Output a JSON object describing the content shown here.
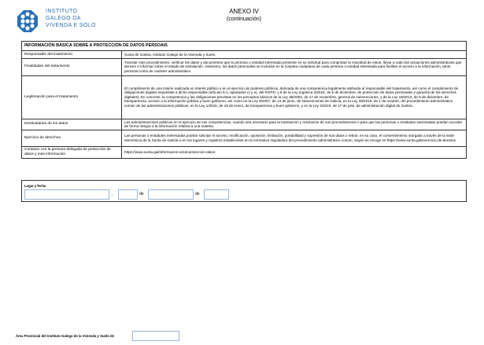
{
  "header": {
    "logo_lines": [
      "INSTITUTO",
      "GALEGO DA",
      "VIVENDA E SOLO"
    ],
    "title": "ANEXO IV",
    "subtitle": "(continuación)"
  },
  "data_table": {
    "title": "INFORMACIÓN BÁSICA SOBRE A PROTECCIÓN DE DATOS PERSOAIS",
    "rows": [
      {
        "label": "Responsable del tratamiento",
        "value": "Xunta de Galicia. Instituto Galego de la Vivienda y Suelo."
      },
      {
        "label": "Finalidades del tratamiento",
        "value": "Tramitar este procedimiento, verificar los datos y documentos que la persona o entidad interesada presente en su solicitud para comprobar la exactitud de estos, llevar a cabo las actuaciones administrativas que deriven e informar sobre el estado de tramitación. Asimismo, los datos personales se incluirán en la Carpeta ciudadana de cada persona o entidad interesada para facilitar el acceso a la información, tanto personal como de carácter administrativo."
      },
      {
        "label": "Legitimación para el tratamiento",
        "value": "El cumplimiento de una misión realizada en interés público o en el ejercicio de poderes públicos, derivada de una competencia legalmente atribuida al responsable del tratamiento, así como el cumplimiento de obligaciones legales impuestas a dicho responsable (artículo 6.1, apartados c) y e), del RGPD, y 8 de la Ley orgánica 3/2018, de 5 de diciembre, de protección de datos personales y garantía de los derechos digitales). En concreto, la competencia y las obligaciones previstas en los preceptos básicos de la Ley 38/2003, de 17 de noviembre, general de subvenciones, y de la Ley 19/2013, de 9 de diciembre, de transparencia, acceso a la información pública y buen gobierno, así como en la Ley 9/2007, de 13 de junio, de subvenciones de Galicia, en la Ley 39/2015, de 1 de octubre, del procedimiento administrativo común de las administraciones públicas, en la Ley 1/2016, de 18 de enero, de transparencia y buen gobierno, y en la Ley 4/2019, de 17 de julio, de administración digital de Galicia."
      },
      {
        "label": "Destinatarias de los datos",
        "value": "Las administraciones públicas en el ejercicio de sus competencias, cuando sea necesario para la tramitación y resolución de sus procedimientos o para que las personas o entidades interesadas puedan acceder de forma íntegra a la información relativa a una materia."
      },
      {
        "label": "Ejercicio de derechos",
        "value": "Las personas o entidades interesadas podrán solicitar el acceso, rectificación, oposición, limitación, portabilidad y supresión de sus datos o retirar, en su caso, el consentimiento otorgado a través de la sede electrónica de la Xunta de Galicia o en los lugares y registros establecidos en la normativa reguladora del procedimiento administrativo común, según se recoge en https://www.xunta.gal/exercicio-de-dereitos"
      },
      {
        "label": "Contacto con la persona delegada de protección de datos y más información",
        "value": "https://www.xunta.gal/informacion-xeral-proteccion-datos"
      }
    ]
  },
  "signature": {
    "place_date_label": "Lugar y fecha",
    "comma": ",",
    "de1": "de",
    "de2": "de"
  },
  "footer": {
    "office_label": "Área Provincial del Instituto Galego de la Vivienda y Suelo de"
  }
}
